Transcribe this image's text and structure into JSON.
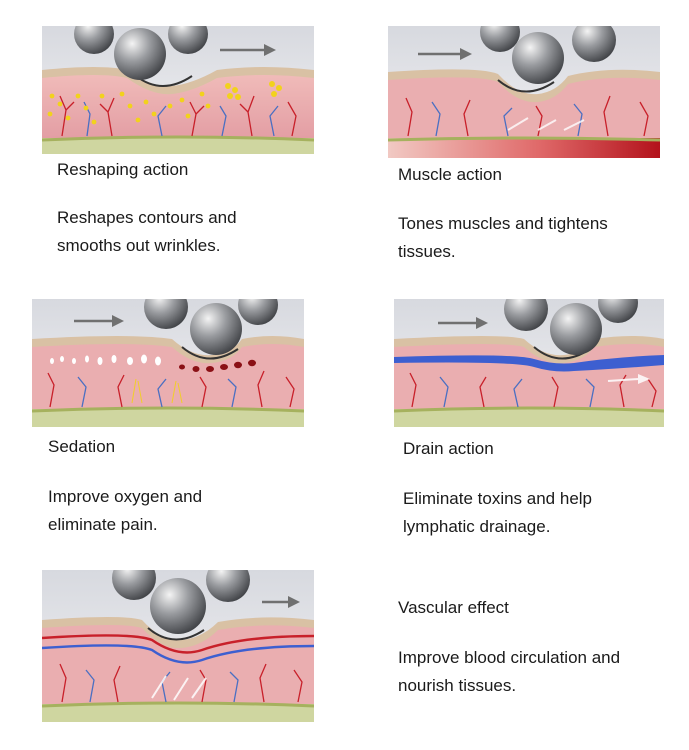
{
  "sections": [
    {
      "title": "Reshaping action",
      "description": "Reshapes contours and smooths out wrinkles."
    },
    {
      "title": "Muscle action",
      "description": "Tones muscles and tightens tissues."
    },
    {
      "title": "Sedation",
      "description": "Improve oxygen and eliminate pain."
    },
    {
      "title": "Drain action",
      "description": "Eliminate toxins and help lymphatic drainage."
    },
    {
      "title": "Vascular effect",
      "description": "Improve blood circulation and nourish tissues."
    }
  ],
  "colors": {
    "skin": "#e9aeb0",
    "epidermis": "#d9c1a4",
    "vessel_red": "#c8202a",
    "vessel_blue": "#4a6fc2",
    "lymph_blue": "#3d5fd0",
    "fat_yellow": "#f2d21c",
    "muscle_red": "#b3121b"
  },
  "icons": [
    "massage-ball-icon",
    "direction-arrow-icon"
  ]
}
